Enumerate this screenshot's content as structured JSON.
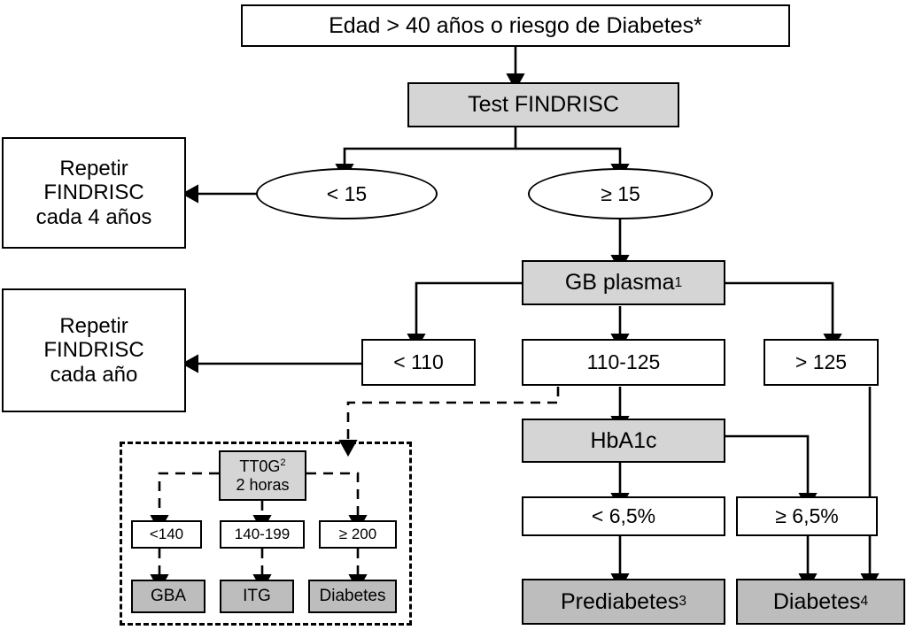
{
  "diagram": {
    "title_text": "Edad > 40 años o riesgo de Diabetes*",
    "type": "clinical-screening-flowchart",
    "colors": {
      "shaded_step": "#d5d5d5",
      "outcome": "#bdbdbd",
      "line": "#000000",
      "background": "#ffffff"
    }
  },
  "nodes": {
    "entry": "Edad > 40 años o riesgo de Diabetes*",
    "findrisc_test": "Test FINDRISC",
    "score_low": "< 15",
    "score_high": "≥ 15",
    "repeat_4y": "Repetir\nFINDRISC\ncada 4 años",
    "repeat_1y": "Repetir\nFINDRISC\ncada año",
    "gb_plasma": "GB plasma",
    "gb_plasma_sup": "1",
    "gb_lt110": "< 110",
    "gb_110_125": "110-125",
    "gb_gt125": "> 125",
    "hba1c": "HbA1c",
    "hba1c_lt": "< 6,5%",
    "hba1c_ge": "≥ 6,5%",
    "prediabetes": "Prediabetes",
    "prediabetes_sup": "3",
    "diabetes_right": "Diabetes",
    "diabetes_right_sup": "4",
    "ttog": "TT0G",
    "ttog_sup": "2",
    "ttog_line2": "2 horas",
    "ogtt_lt140": "<140",
    "ogtt_140_199": "140-199",
    "ogtt_ge200": "≥ 200",
    "result_gba": "GBA",
    "result_itg": "ITG",
    "result_diabetes": "Diabetes"
  }
}
